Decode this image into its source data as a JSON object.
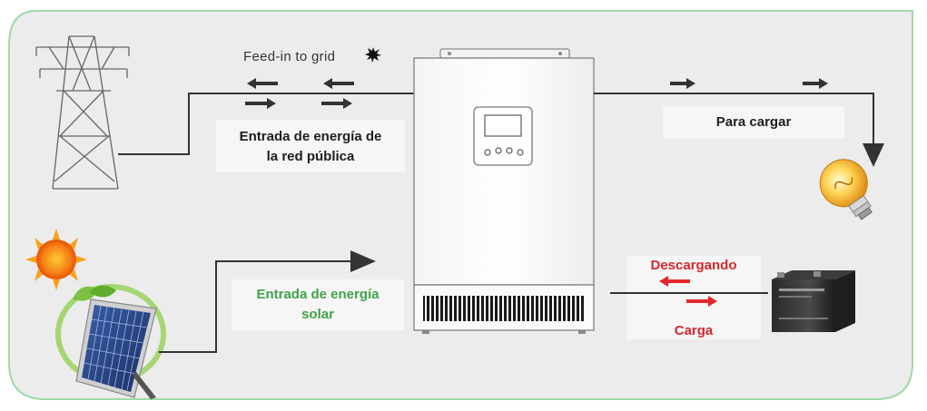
{
  "labels": {
    "feed_in": "Feed-in to grid",
    "grid_input_line1": "Entrada de energía de",
    "grid_input_line2": "la red pública",
    "to_load": "Para cargar",
    "solar_input_line1": "Entrada de energía",
    "solar_input_line2": "solar",
    "discharging": "Descargando",
    "charging": "Carga"
  },
  "colors": {
    "panel_background": "#ececec",
    "panel_border": "#9fd9a8",
    "wire": "#333333",
    "solar_label": "#3fa24a",
    "battery_labels": "#d8262b"
  },
  "icons": {
    "grid": "transmission-tower-icon",
    "solar": "solar-panel-icon",
    "sun": "sun-icon",
    "load": "light-bulb-icon",
    "battery": "battery-icon",
    "inverter": "inverter-icon"
  }
}
